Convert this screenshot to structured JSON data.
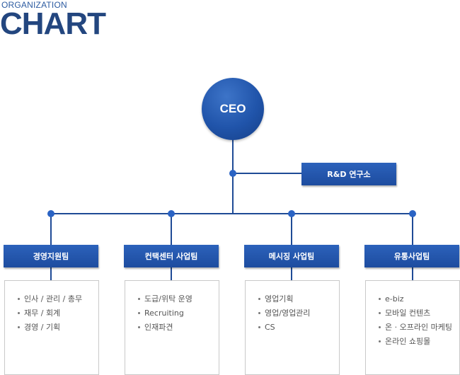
{
  "header": {
    "subtitle": "ORGANIZATION",
    "title": "CHART"
  },
  "ceo": {
    "label": "CEO"
  },
  "rnd": {
    "label": "R&D 연구소"
  },
  "departments": [
    {
      "label": "경영지원팀",
      "items": [
        "인사 / 관리 / 총무",
        "재무 / 회계",
        "경영 / 기획"
      ]
    },
    {
      "label": "컨택센터 사업팀",
      "items": [
        "도급/위탁 운영",
        "Recruiting",
        "인재파견"
      ]
    },
    {
      "label": "메시징 사업팀",
      "items": [
        "영업기획",
        "영업/영업관리",
        "CS"
      ]
    },
    {
      "label": "유통사업팀",
      "items": [
        "e-biz",
        "모바일 컨텐츠",
        "온 · 오프라인 마케팅",
        "온라인 쇼핑몰"
      ]
    }
  ],
  "colors": {
    "line": "#1f4b96",
    "box": "#2458ad",
    "node": "#2a63c4"
  }
}
